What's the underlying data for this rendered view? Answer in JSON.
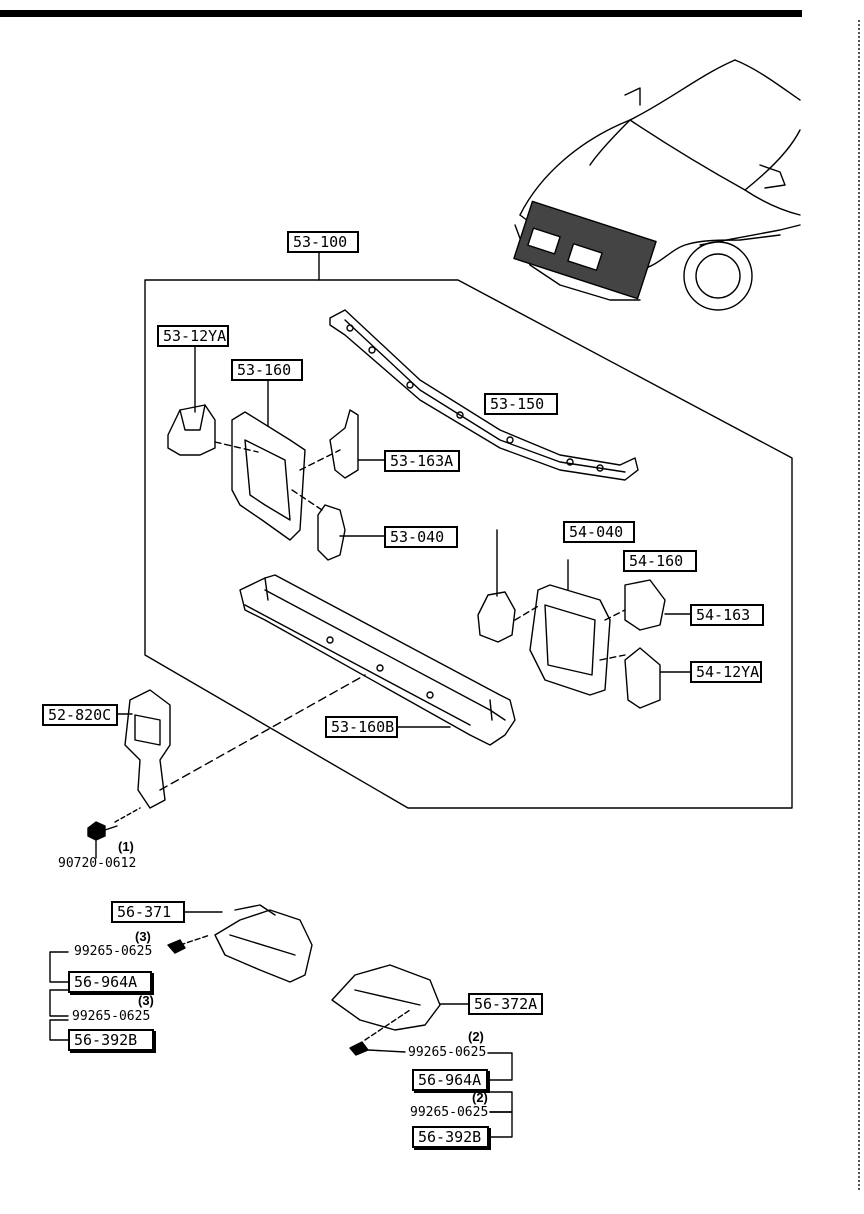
{
  "parts": {
    "assembly": "53-100",
    "p53_12YA": "53-12YA",
    "p53_160": "53-160",
    "p53_150": "53-150",
    "p53_163A": "53-163A",
    "p53_040": "53-040",
    "p54_040": "54-040",
    "p54_160": "54-160",
    "p54_163": "54-163",
    "p54_12YA": "54-12YA",
    "p53_160B": "53-160B",
    "p52_820C": "52-820C",
    "p56_371": "56-371",
    "p56_372A": "56-372A",
    "p56_964A_left": "56-964A",
    "p56_392B_left": "56-392B",
    "p56_964A_right": "56-964A",
    "p56_392B_right": "56-392B"
  },
  "fasteners": {
    "bolt_qty": "(1)",
    "bolt_code": "90720-0612",
    "left_clip_qty_1": "(3)",
    "left_clip_code_1": "99265-0625",
    "left_clip_qty_2": "(3)",
    "left_clip_code_2": "99265-0625",
    "right_clip_qty_1": "(2)",
    "right_clip_code_1": "99265-0625",
    "right_clip_qty_2": "(2)",
    "right_clip_code_2": "99265-0625"
  }
}
